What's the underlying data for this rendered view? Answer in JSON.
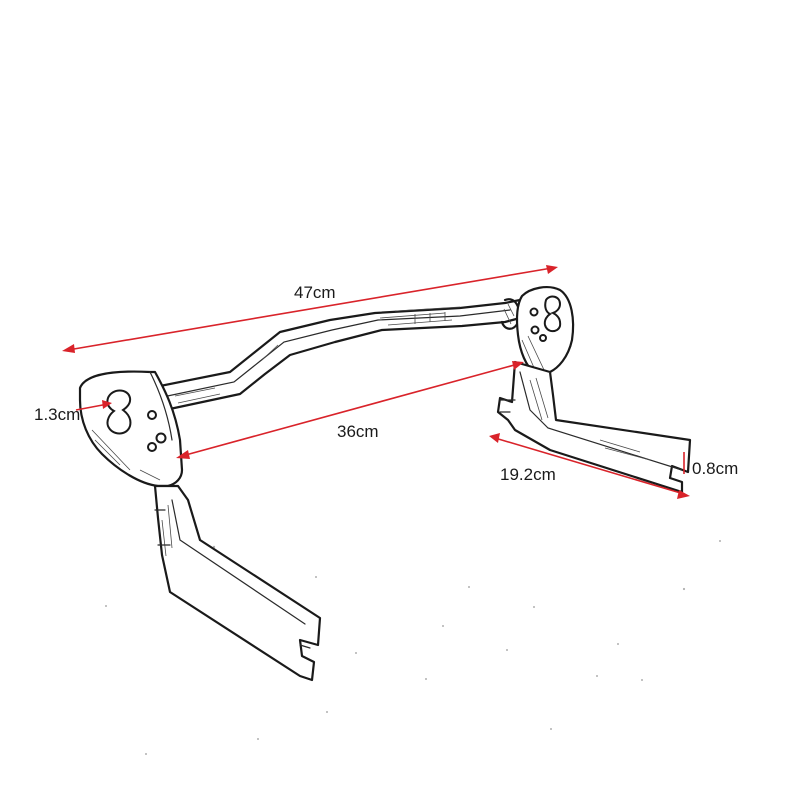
{
  "dimensions": {
    "overall_width": "47cm",
    "inner_width": "36cm",
    "slot_width": "1.3cm",
    "foot_length": "19.2cm",
    "foot_thickness": "0.8cm"
  },
  "colors": {
    "dimension_line": "#d9232a",
    "drawing": "#1a1a1a",
    "background": "#ffffff"
  }
}
